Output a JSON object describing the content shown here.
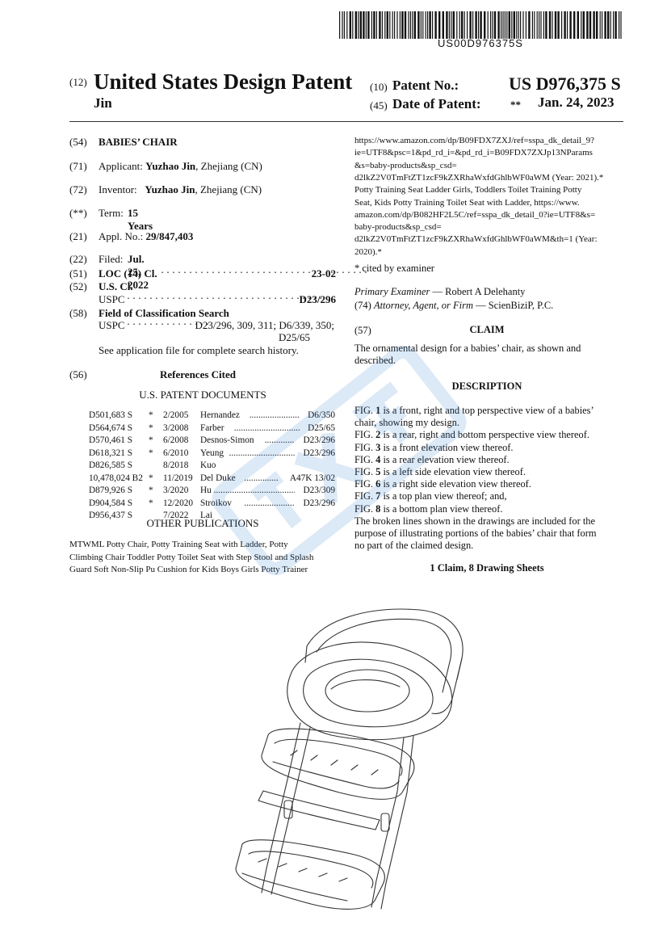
{
  "barcode_number": "US00D976375S",
  "header": {
    "code12": "(12)",
    "doc_type": "United States Design Patent",
    "inventor_surname": "Jin",
    "code10": "(10)",
    "patent_no_label": "Patent No.:",
    "patent_no": "US D976,375 S",
    "code45": "(45)",
    "date_label": "Date of Patent:",
    "date_star": "**",
    "date": "Jan. 24, 2023"
  },
  "left": {
    "f54": {
      "code": "(54)",
      "value": "BABIES’ CHAIR"
    },
    "f71": {
      "code": "(71)",
      "label": "Applicant:",
      "name": "Yuzhao Jin",
      "rest": ", Zhejiang (CN)"
    },
    "f72": {
      "code": "(72)",
      "label": "Inventor:",
      "name": "Yuzhao Jin",
      "rest": ", Zhejiang (CN)"
    },
    "fterm": {
      "code": "(**)",
      "label": "Term:",
      "value": "15 Years"
    },
    "f21": {
      "code": "(21)",
      "label": "Appl. No.:",
      "value": "29/847,403"
    },
    "f22": {
      "code": "(22)",
      "label": "Filed:",
      "value": "Jul. 25, 2022"
    },
    "f51": {
      "code": "(51)",
      "label": "LOC (14) Cl.",
      "value": "23-02"
    },
    "f52": {
      "code": "(52)",
      "label": "U.S. Cl.",
      "sub": "USPC",
      "value": "D23/296"
    },
    "f58": {
      "code": "(58)",
      "label": "Field of Classification Search",
      "sub": "USPC",
      "value": "D23/296, 309, 311; D6/339, 350;",
      "value2": "D25/65",
      "note": "See application file for complete search history."
    },
    "f56": {
      "code": "(56)",
      "label": "References Cited"
    },
    "us_docs_title": "U.S. PATENT DOCUMENTS",
    "refs": [
      {
        "no": "D501,683 S",
        "star": "*",
        "date": "2/2005",
        "name": "Hernandez",
        "cls": "D6/350"
      },
      {
        "no": "D564,674 S",
        "star": "*",
        "date": "3/2008",
        "name": "Farber",
        "cls": "D25/65"
      },
      {
        "no": "D570,461 S",
        "star": "*",
        "date": "6/2008",
        "name": "Desnos-Simon",
        "cls": "D23/296"
      },
      {
        "no": "D618,321 S",
        "star": "*",
        "date": "6/2010",
        "name": "Yeung",
        "cls": "D23/296"
      },
      {
        "no": "D826,585 S",
        "star": "",
        "date": "8/2018",
        "name": "Kuo",
        "cls": ""
      },
      {
        "no": "10,478,024 B2",
        "star": "*",
        "date": "11/2019",
        "name": "Del Duke",
        "cls": "A47K 13/02"
      },
      {
        "no": "D879,926 S",
        "star": "*",
        "date": "3/2020",
        "name": "Hu",
        "cls": "D23/309"
      },
      {
        "no": "D904,584 S",
        "star": "*",
        "date": "12/2020",
        "name": "Stroikov",
        "cls": "D23/296"
      },
      {
        "no": "D956,437 S",
        "star": "",
        "date": "7/2022",
        "name": "Lai",
        "cls": ""
      }
    ],
    "other_pubs_title": "OTHER PUBLICATIONS",
    "other_pubs_lines": [
      "MTWML Potty Chair, Potty Training Seat with Ladder, Potty",
      "Climbing Chair Toddler Potty Toilet Seat with Step Stool and Splash",
      "Guard Soft Non-Slip Pu Cushion for Kids Boys Girls Potty Trainer"
    ]
  },
  "right": {
    "pub_lines": [
      "https://www.amazon.com/dp/B09FDX7ZXJ/ref=sspa_dk_detail_9?",
      "ie=UTF8&psc=1&pd_rd_i=&pd_rd_i=B09FDX7ZXJp13NParams",
      "&s=baby-products&sp_csd=",
      "d2lkZ2V0TmFtZT1zcF9kZXRhaWxfdGhlbWF0aWM (Year: 2021).*",
      "Potty Training Seat Ladder Girls, Toddlers Toilet Training Potty",
      "Seat, Kids Potty Training Toilet Seat with Ladder, https://www.",
      "amazon.com/dp/B082HF2L5C/ref=sspa_dk_detail_0?ie=UTF8&s=",
      "baby-products&sp_csd=",
      "d2lkZ2V0TmFtZT1zcF9kZXRhaWxfdGhlbWF0aWM&th=1 (Year:",
      "2020).*"
    ],
    "cited_note": "* cited by examiner",
    "examiner_label": "Primary Examiner",
    "examiner": " — Robert A Delehanty",
    "attorney_code": "(74)",
    "attorney_label": "Attorney, Agent, or Firm",
    "attorney": " — ScienBiziP, P.C.",
    "claim_code": "(57)",
    "claim_title": "CLAIM",
    "claim_lines": [
      "The ornamental design for a babies’ chair, as shown and",
      "described."
    ],
    "description_title": "DESCRIPTION",
    "description_lines": [
      {
        "pre": "FIG. ",
        "n": "1",
        "post": " is a front, right and top perspective view of a babies’"
      },
      {
        "pre": "chair, showing my design.",
        "n": "",
        "post": ""
      },
      {
        "pre": "FIG. ",
        "n": "2",
        "post": " is a rear, right and bottom perspective view thereof."
      },
      {
        "pre": "FIG. ",
        "n": "3",
        "post": " is a front elevation view thereof."
      },
      {
        "pre": "FIG. ",
        "n": "4",
        "post": " is a rear elevation view thereof."
      },
      {
        "pre": "FIG. ",
        "n": "5",
        "post": " is a left side elevation view thereof."
      },
      {
        "pre": "FIG. ",
        "n": "6",
        "post": " is a right side elevation view thereof."
      },
      {
        "pre": "FIG. ",
        "n": "7",
        "post": " is a top plan view thereof; and,"
      },
      {
        "pre": "FIG. ",
        "n": "8",
        "post": " is a bottom plan view thereof."
      },
      {
        "pre": "The broken lines shown in the drawings are included for the",
        "n": "",
        "post": ""
      },
      {
        "pre": "purpose of illustrating portions of the babies’ chair that form",
        "n": "",
        "post": ""
      },
      {
        "pre": "no part of the claimed design.",
        "n": "",
        "post": ""
      }
    ],
    "summary": "1 Claim, 8 Drawing Sheets"
  }
}
